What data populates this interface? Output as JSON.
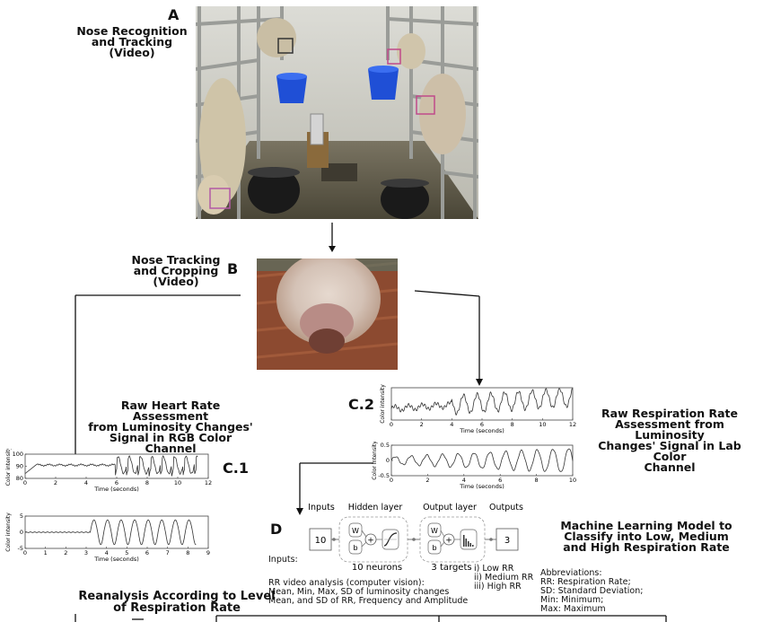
{
  "panel_a": {
    "letter": "A",
    "title_lines": [
      "Nose Recognition",
      "and Tracking",
      "(Video)"
    ]
  },
  "panel_b": {
    "letter": "B",
    "title_lines": [
      "Nose Tracking",
      "and Cropping",
      "(Video)"
    ]
  },
  "panel_c1": {
    "letter": "C.1",
    "title_lines": [
      "Raw Heart Rate Assessment",
      "from Luminosity Changes'",
      "Signal in RGB Color Channel"
    ]
  },
  "panel_c2": {
    "letter": "C.2",
    "title_lines": [
      "Raw Respiration Rate",
      "Assessment from Luminosity",
      "Changes' Signal in Lab Color",
      "Channel"
    ]
  },
  "panel_d": {
    "letter": "D",
    "title_lines": [
      "Machine Learning Model to",
      "Classify into Low, Medium",
      "and High Respiration Rate"
    ],
    "inputs_header": "Inputs",
    "hidden_header": "Hidden layer",
    "output_header": "Output layer",
    "outputs_header": "Outputs",
    "input_count": "10",
    "output_count": "3",
    "hidden_caption": "10 neurons",
    "output_caption": "3 targets",
    "weight_symbol": "W",
    "bias_symbol": "b",
    "plus_symbol": "+",
    "classes": [
      "i) Low RR",
      "ii) Medium RR",
      "iii) High RR"
    ],
    "inputs_label": "Inputs:",
    "inputs_lines": [
      "RR video analysis (computer vision):",
      "Mean, Min, Max, SD of luminosity changes",
      "Mean, and SD of RR, Frequency and Amplitude"
    ],
    "abbrev_lines": [
      "Abbreviations:",
      "RR: Respiration Rate;",
      "SD: Standard Deviation;",
      "Min: Minimum;",
      "Max: Maximum"
    ]
  },
  "reanalysis": {
    "title_lines": [
      "Reanalysis According to Level",
      "of Respiration Rate"
    ]
  },
  "chart_data": [
    {
      "type": "line",
      "id": "c1_top",
      "xlabel": "Time (seconds)",
      "ylabel": "Color intensity",
      "xlim": [
        0,
        12
      ],
      "ylim": [
        80,
        100
      ],
      "xticks": [
        0,
        2,
        4,
        6,
        8,
        10,
        12
      ],
      "yticks": [
        80,
        90,
        100
      ],
      "color": "#333333"
    },
    {
      "type": "line",
      "id": "c1_bottom",
      "xlabel": "Time (seconds)",
      "ylabel": "Color intensity",
      "xlim": [
        0,
        9
      ],
      "ylim": [
        -5,
        5
      ],
      "xticks": [
        0,
        1,
        2,
        3,
        4,
        5,
        6,
        7,
        8,
        9
      ],
      "yticks": [
        -5,
        0,
        5
      ],
      "color": "#333333"
    },
    {
      "type": "line",
      "id": "c2_top",
      "xlabel": "Time (seconds)",
      "ylabel": "Color intensity",
      "xlim": [
        0,
        12
      ],
      "ylim": [
        null,
        null
      ],
      "xticks": [
        0,
        2,
        4,
        6,
        8,
        10,
        12
      ],
      "yticks": [],
      "color": "#333333"
    },
    {
      "type": "line",
      "id": "c2_bottom",
      "xlabel": "Time (seconds)",
      "ylabel": "Color intensity",
      "xlim": [
        0,
        10
      ],
      "ylim": [
        -0.5,
        0.5
      ],
      "xticks": [
        0,
        2,
        4,
        6,
        8,
        10
      ],
      "yticks": [
        -0.5,
        0,
        0.5
      ],
      "color": "#333333"
    }
  ]
}
